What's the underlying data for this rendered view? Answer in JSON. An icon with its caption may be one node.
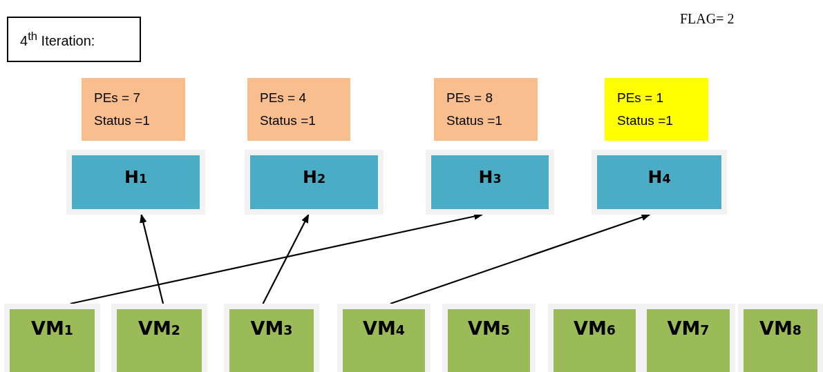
{
  "diagram": {
    "nodes": [
      {
        "text": [
          "4$^{th}$ Iteration:"
        ]
      },
      {
        "text": [
          "PEs = 7",
          "Status =1"
        ]
      },
      {
        "text": [
          "PEs = 4",
          "Status =1"
        ]
      },
      {
        "text": [
          "PEs = 8",
          "Status =1"
        ]
      },
      {
        "text": [
          "PEs = 1",
          "Status =1"
        ]
      },
      {
        "text": [
          "H$_{1}$"
        ]
      },
      {
        "text": [
          "H$_{2}$"
        ]
      },
      {
        "text": [
          "H$_{3}$"
        ]
      },
      {
        "text": [
          "H$_{4}$"
        ]
      },
      {
        "text": [
          "VM$_{1}$"
        ]
      },
      {
        "text": [
          "VM$_{2}$"
        ]
      },
      {
        "text": [
          "VM$_{3}$"
        ]
      },
      {
        "text": [
          "VM$_{4}$"
        ]
      },
      {
        "text": [
          "VM$_{5}$"
        ]
      },
      {
        "text": [
          "VM$_{6}$"
        ]
      },
      {
        "text": [
          "VM$_{7}$"
        ]
      },
      {
        "text": [
          "VM$_{8}$"
        ]
      }
    ],
    "edges": [
      {
        "from": 9,
        "to": 7,
        "arrow": "to"
      },
      {
        "from": 10,
        "to": 5,
        "arrow": "to"
      },
      {
        "from": 11,
        "to": 6,
        "arrow": "to"
      },
      {
        "from": 12,
        "to": 8,
        "arrow": "to"
      }
    ],
    "labels": [
      "FLAG= 2"
    ]
  }
}
